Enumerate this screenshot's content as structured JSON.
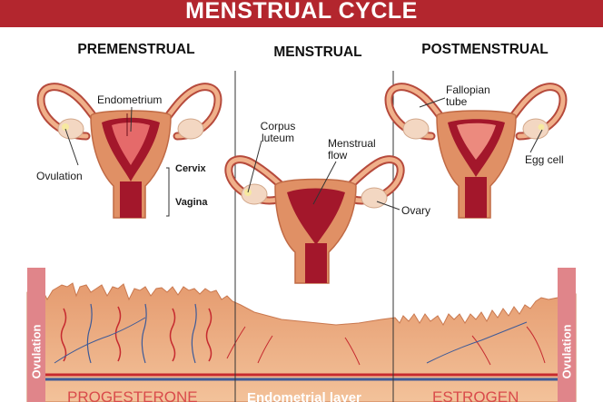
{
  "title": "MENSTRUAL CYCLE",
  "phases": [
    {
      "label": "PREMENSTRUAL"
    },
    {
      "label": "MENSTRUAL"
    },
    {
      "label": "POSTMENSTRUAL"
    }
  ],
  "labels": {
    "endometrium": "Endometrium",
    "ovulation": "Ovulation",
    "cervix": "Cervix",
    "vagina": "Vagina",
    "corpus_luteum_1": "Corpus",
    "corpus_luteum_2": "luteum",
    "menstrual_flow_1": "Menstrual",
    "menstrual_flow_2": "flow",
    "ovary": "Ovary",
    "fallopian_tube_1": "Fallopian",
    "fallopian_tube_2": "tube",
    "egg_cell": "Egg cell"
  },
  "side_labels": {
    "left": "Ovulation",
    "right": "Ovulation"
  },
  "bottom_labels": {
    "progesterone": "PROGESTERONE",
    "endometrial_layer": "Endometrial layer",
    "estrogen": "ESTROGEN"
  },
  "colors": {
    "banner": "#b3262e",
    "tissue": "#e8a47a",
    "tissue_dark": "#d9825a",
    "uterus_inner": "#a3172b",
    "blood_red": "#c62a2f",
    "vein_blue": "#3d5a98",
    "side_bar": "#e0858a",
    "bottom_band": "#f7e2cf"
  }
}
